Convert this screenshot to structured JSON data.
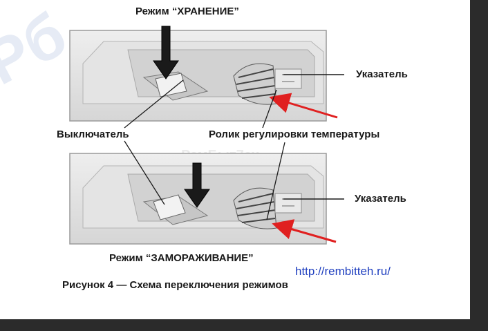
{
  "figure": {
    "label_top_mode": "Режим “ХРАНЕНИЕ”",
    "label_bottom_mode": "Режим “ЗАМОРАЖИВАНИЕ”",
    "label_indicator_top": "Указатель",
    "label_indicator_bottom": "Указатель",
    "label_switch": "Выключатель",
    "label_roller": "Ролик регулировки температуры",
    "url": "http://rembitteh.ru/",
    "caption": "Рисунок 4 — Схема переключения режимов",
    "watermark_small": "РемБыт7ех"
  },
  "colors": {
    "arrow_red": "#e02020",
    "url_blue": "#1f3fbf",
    "panel_gray": "#d9d9d9",
    "frame": "#9a9a9a"
  }
}
